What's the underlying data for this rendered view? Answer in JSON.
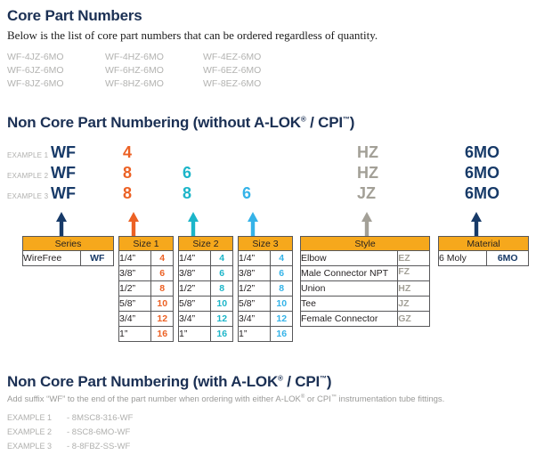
{
  "core_section": {
    "heading": "Core Part Numbers",
    "intro": "Below is the list of core part numbers that can be ordered regardless of quantity.",
    "columns": [
      [
        "WF-4JZ-6MO",
        "WF-6JZ-6MO",
        "WF-8JZ-6MO"
      ],
      [
        "WF-4HZ-6MO",
        "WF-6HZ-6MO",
        "WF-8HZ-6MO"
      ],
      [
        "WF-4EZ-6MO",
        "WF-6EZ-6MO",
        "WF-8EZ-6MO"
      ]
    ]
  },
  "noncore_without": {
    "heading_prefix": "Non Core Part Numbering (without A-LOK",
    "heading_reg": "®",
    "heading_mid": " / CPI",
    "heading_tm": "™",
    "heading_suffix": ")",
    "examples": [
      {
        "label": "EXAMPLE 1",
        "series": "WF",
        "size1": "4",
        "size2": "",
        "size3": "",
        "style": "HZ",
        "material": "6MO"
      },
      {
        "label": "EXAMPLE 2",
        "series": "WF",
        "size1": "8",
        "size2": "6",
        "size3": "",
        "style": "HZ",
        "material": "6MO"
      },
      {
        "label": "EXAMPLE 3",
        "series": "WF",
        "size1": "8",
        "size2": "8",
        "size3": "6",
        "style": "JZ",
        "material": "6MO"
      }
    ],
    "tables": {
      "series": {
        "header": "Series",
        "rows": [
          [
            "WireFree",
            "WF"
          ]
        ]
      },
      "size1": {
        "header": "Size 1",
        "rows": [
          [
            "1/4”",
            "4"
          ],
          [
            "3/8”",
            "6"
          ],
          [
            "1/2”",
            "8"
          ],
          [
            "5/8”",
            "10"
          ],
          [
            "3/4”",
            "12"
          ],
          [
            "1”",
            "16"
          ]
        ]
      },
      "size2": {
        "header": "Size 2",
        "rows": [
          [
            "1/4”",
            "4"
          ],
          [
            "3/8”",
            "6"
          ],
          [
            "1/2”",
            "8"
          ],
          [
            "5/8”",
            "10"
          ],
          [
            "3/4”",
            "12"
          ],
          [
            "1”",
            "16"
          ]
        ]
      },
      "size3": {
        "header": "Size 3",
        "rows": [
          [
            "1/4”",
            "4"
          ],
          [
            "3/8”",
            "6"
          ],
          [
            "1/2”",
            "8"
          ],
          [
            "5/8”",
            "10"
          ],
          [
            "3/4”",
            "12"
          ],
          [
            "1”",
            "16"
          ]
        ]
      },
      "style": {
        "header": "Style",
        "rows": [
          [
            "Elbow",
            "EZ"
          ],
          [
            "Male Connector NPT",
            "FZ"
          ],
          [
            "Union",
            "HZ"
          ],
          [
            "Tee",
            "JZ"
          ],
          [
            "Female Connector",
            "GZ"
          ]
        ]
      },
      "material": {
        "header": "Material",
        "rows": [
          [
            "6 Moly",
            "6MO"
          ]
        ]
      }
    }
  },
  "noncore_with": {
    "heading_prefix": "Non Core Part Numbering (with A-LOK",
    "heading_reg": "®",
    "heading_mid": " / CPI",
    "heading_tm": "™",
    "heading_suffix": ")",
    "intro_a": "Add suffix “WF” to the end of the part number when ordering with either A-LOK",
    "intro_reg": "®",
    "intro_b": " or CPI",
    "intro_tm": "™",
    "intro_c": " instrumentation tube fittings.",
    "examples": [
      {
        "label": "EXAMPLE 1",
        "value": "- 8MSC8-316-WF"
      },
      {
        "label": "EXAMPLE 2",
        "value": "- 8SC8-6MO-WF"
      },
      {
        "label": "EXAMPLE 3",
        "value": "- 8-8FBZ-SS-WF"
      }
    ]
  },
  "colors": {
    "navy": "#173a68",
    "orange": "#ec6124",
    "teal": "#1cb5c9",
    "blue": "#35b3e8",
    "gray": "#a3a097",
    "header_amber": "#f6a81c",
    "heading_navy": "#1b3054"
  }
}
